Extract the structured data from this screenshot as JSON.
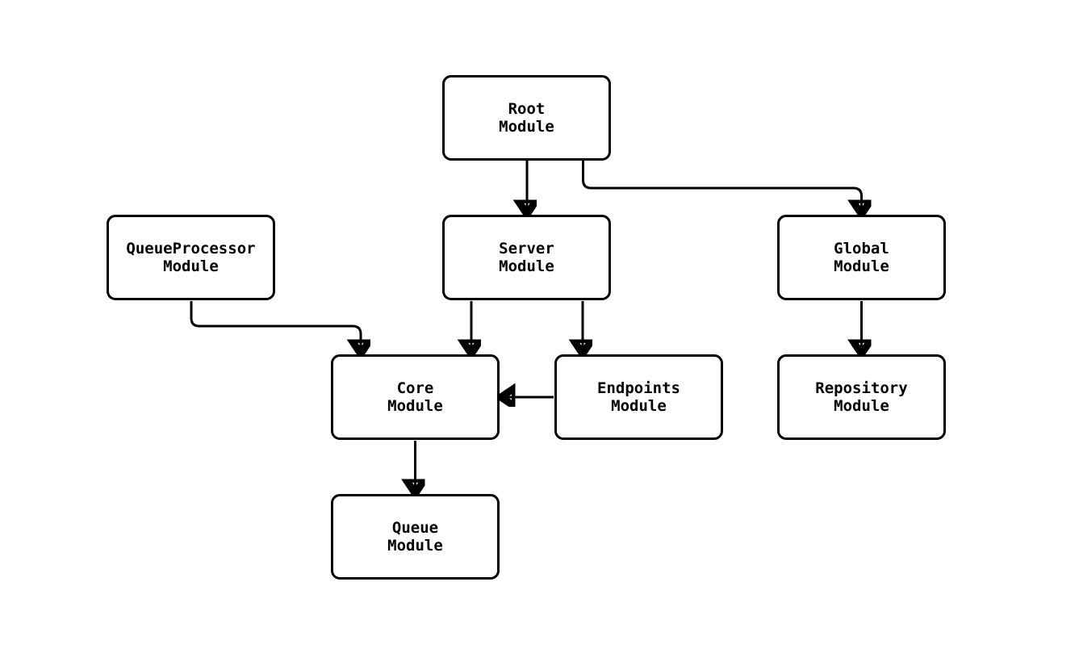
{
  "colors": {
    "background": "#ffffff",
    "line": "#000000",
    "box_fill": "#ffffff",
    "text": "#000000"
  },
  "nodes": {
    "root": {
      "label": "Root\nModule"
    },
    "queue_processor": {
      "label": "QueueProcessor\nModule"
    },
    "server": {
      "label": "Server\nModule"
    },
    "global": {
      "label": "Global\nModule"
    },
    "core": {
      "label": "Core\nModule"
    },
    "endpoints": {
      "label": "Endpoints\nModule"
    },
    "repository": {
      "label": "Repository\nModule"
    },
    "queue": {
      "label": "Queue\nModule"
    }
  },
  "edges": [
    {
      "from": "root",
      "to": "server"
    },
    {
      "from": "root",
      "to": "global"
    },
    {
      "from": "queue_processor",
      "to": "core"
    },
    {
      "from": "server",
      "to": "core"
    },
    {
      "from": "server",
      "to": "endpoints"
    },
    {
      "from": "endpoints",
      "to": "core"
    },
    {
      "from": "global",
      "to": "repository"
    },
    {
      "from": "core",
      "to": "queue"
    }
  ]
}
